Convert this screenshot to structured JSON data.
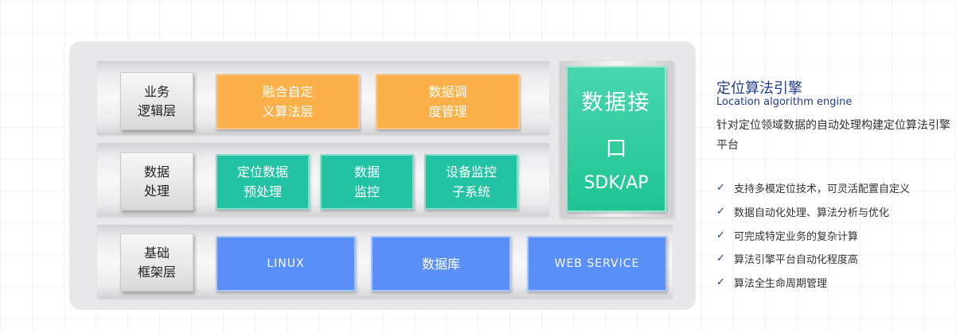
{
  "diagram": {
    "layers": [
      {
        "label": "业务\n逻辑层",
        "blocks": [
          "融合自定\n义算法层",
          "数据调\n度管理"
        ]
      },
      {
        "label": "数据\n处理",
        "blocks": [
          "定位数据\n预处理",
          "数据\n监控",
          "设备监控\n子系统"
        ]
      },
      {
        "label": "基础\n框架层",
        "blocks": [
          "LINUX",
          "数据库",
          "WEB SERVICE"
        ]
      }
    ],
    "sdk": {
      "line1": "数据接",
      "line2": "口",
      "line3": "SDK/AP"
    }
  },
  "info": {
    "title": "定位算法引擎",
    "subtitle": "Location algorithm engine",
    "description": "针对定位领域数据的自动处理构建定位算法引擎平台",
    "check_icon": "check-icon",
    "features": [
      "支持多模定位技术，可灵活配置自定义",
      "数据自动化处理、算法分析与优化",
      "可完成特定业务的复杂计算",
      "算法引擎平台自动化程度高",
      "算法全生命周期管理"
    ]
  },
  "colors": {
    "orange": "#fbb04a",
    "teal": "#23c2a3",
    "blue": "#5a8ff7",
    "sdk_green": "#2ccb9c",
    "title_navy": "#1f3a8a"
  }
}
